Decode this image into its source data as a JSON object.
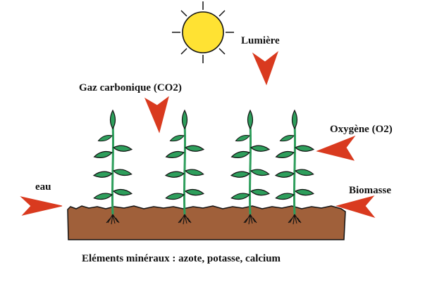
{
  "labels": {
    "light": "Lumière",
    "co2": "Gaz carbonique  (CO2)",
    "o2": "Oxygène (O2)",
    "water": "eau",
    "biomass": "Biomasse",
    "minerals": "Eléments minéraux : azote, potasse, calcium"
  },
  "colors": {
    "sun": "#FFE233",
    "arrow": "#D93A1F",
    "soil": "#A0603A",
    "leaf": "#2E9E5C",
    "stem": "#2E9E5C",
    "outline": "#111111"
  },
  "icons": {
    "sun": "sun-icon",
    "plant": "plant-icon",
    "arrow": "arrow-icon"
  }
}
